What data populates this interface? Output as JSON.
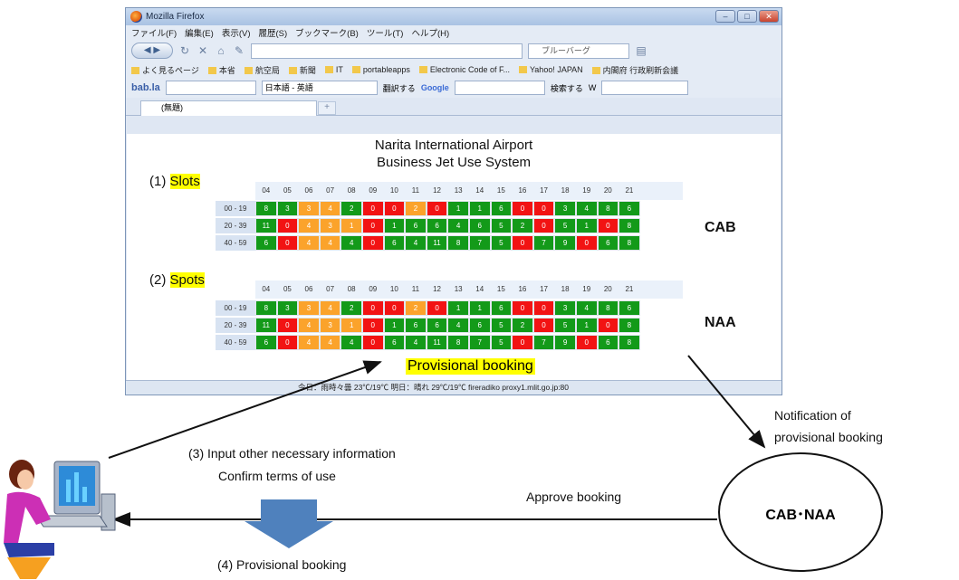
{
  "browser": {
    "title": "Mozilla Firefox",
    "menu": [
      "ファイル(F)",
      "編集(E)",
      "表示(V)",
      "履歴(S)",
      "ブックマーク(B)",
      "ツール(T)",
      "ヘルプ(H)"
    ],
    "search_engine": "ブルーバーグ",
    "bookmarks": [
      "よく見るページ",
      "本省",
      "航空局",
      "新聞",
      "IT",
      "portableapps",
      "Electronic Code of F...",
      "Yahoo! JAPAN",
      "内閣府 行政刷新会議"
    ],
    "toolbar": {
      "brand": "bab.la",
      "language_select": "日本語 - 英語",
      "translate_label": "翻訳する",
      "google_label": "Google",
      "search_label": "検索する"
    },
    "tab_title": "(無題)",
    "status": "今日：雨時々曇 23℃/19℃ 明日：晴れ 29℃/19℃  fireradiko  proxy1.mlit.go.jp:80"
  },
  "page": {
    "title_line1": "Narita International Airport",
    "title_line2": "Business Jet Use System",
    "section1_prefix": "(1) ",
    "section1_label": "Slots",
    "section2_prefix": "(2) ",
    "section2_label": "Spots",
    "agency1": "CAB",
    "agency2": "NAA",
    "provisional_label": "Provisional booking",
    "hours": [
      "04",
      "05",
      "06",
      "07",
      "08",
      "09",
      "10",
      "11",
      "12",
      "13",
      "14",
      "15",
      "16",
      "17",
      "18",
      "19",
      "20",
      "21"
    ],
    "rows": [
      {
        "label": "00 - 19",
        "values": [
          "8",
          "3",
          "3",
          "4",
          "2",
          "0",
          "0",
          "2",
          "0",
          "1",
          "1",
          "6",
          "0",
          "0",
          "3",
          "4",
          "8",
          "6"
        ],
        "colors": [
          "g",
          "g",
          "o",
          "o",
          "g",
          "r",
          "r",
          "o",
          "r",
          "g",
          "g",
          "g",
          "r",
          "r",
          "g",
          "g",
          "g",
          "g"
        ]
      },
      {
        "label": "20 - 39",
        "values": [
          "11",
          "0",
          "4",
          "3",
          "1",
          "0",
          "1",
          "6",
          "6",
          "4",
          "6",
          "5",
          "2",
          "0",
          "5",
          "1",
          "0",
          "8"
        ],
        "colors": [
          "g",
          "r",
          "o",
          "o",
          "o",
          "r",
          "g",
          "g",
          "g",
          "g",
          "g",
          "g",
          "g",
          "r",
          "g",
          "g",
          "r",
          "g"
        ]
      },
      {
        "label": "40 - 59",
        "values": [
          "6",
          "0",
          "4",
          "4",
          "4",
          "0",
          "6",
          "4",
          "11",
          "8",
          "7",
          "5",
          "0",
          "7",
          "9",
          "0",
          "6",
          "8"
        ],
        "colors": [
          "g",
          "r",
          "o",
          "o",
          "g",
          "r",
          "g",
          "g",
          "g",
          "g",
          "g",
          "g",
          "r",
          "g",
          "g",
          "r",
          "g",
          "g"
        ]
      }
    ]
  },
  "outside": {
    "step3_line1": "(3) Input other necessary information",
    "step3_line2": "Confirm terms of use",
    "step4": "(4) Provisional booking",
    "approve": "Approve booking",
    "notify_line1": "Notification of",
    "notify_line2": "provisional booking",
    "ellipse_label": "CAB･NAA"
  },
  "icons": [
    "firefox-icon",
    "user-at-computer-icon",
    "down-block-arrow-icon",
    "page-icon"
  ]
}
